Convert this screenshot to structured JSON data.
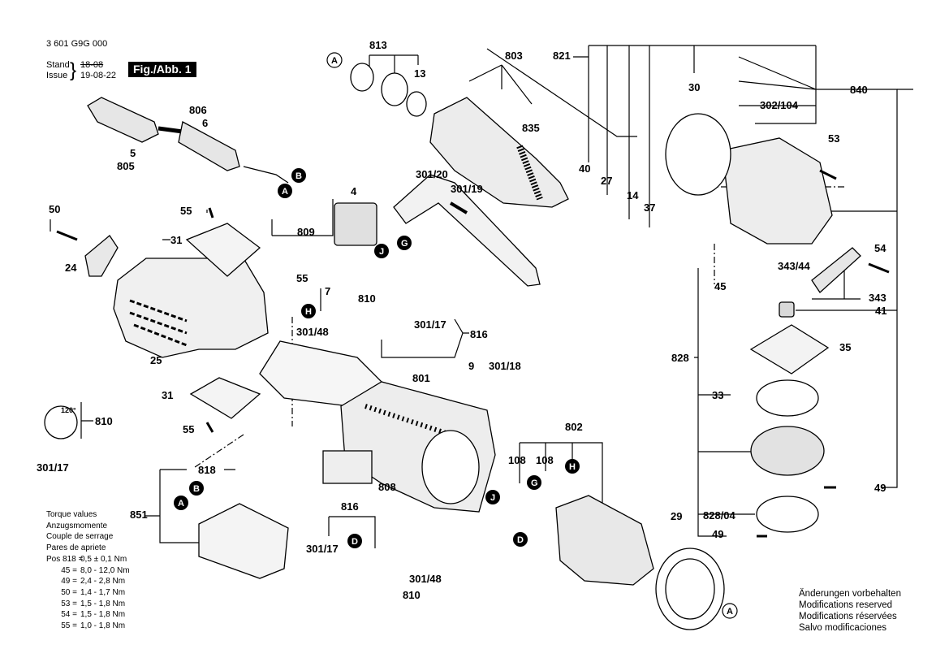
{
  "header": {
    "doc_number": "3 601 G9G 000",
    "stand_label": "Stand",
    "issue_label": "Issue",
    "stand_value": "18-08",
    "issue_value": "19-08-22",
    "figure_badge": "Fig./Abb. 1"
  },
  "labels": {
    "p813": "813",
    "p803": "803",
    "p821": "821",
    "p840": "840",
    "p835": "835",
    "p13": "13",
    "p806": "806",
    "p6": "6",
    "p5": "5",
    "p805": "805",
    "p30": "30",
    "p302_104": "302/104",
    "p53": "53",
    "p40": "40",
    "p27": "27",
    "p14": "14",
    "p37": "37",
    "p301_20": "301/20",
    "p301_19": "301/19",
    "p4": "4",
    "p50": "50",
    "p55a": "55",
    "p809": "809",
    "p31a": "31",
    "p24": "24",
    "p54": "54",
    "p343_44": "343/44",
    "p45": "45",
    "p343": "343",
    "p41": "41",
    "p55b": "55",
    "p7": "7",
    "p810a": "810",
    "p301_48a": "301/48",
    "p301_17a": "301/17",
    "p816a": "816",
    "p25": "25",
    "p35": "35",
    "p828": "828",
    "p9": "9",
    "p801": "801",
    "p301_18": "301/18",
    "p31b": "31",
    "p33": "33",
    "p120": "120°",
    "p810b": "810",
    "p55c": "55",
    "p301_17b": "301/17",
    "p802": "802",
    "p108a": "108",
    "p108b": "108",
    "p818": "818",
    "p808": "808",
    "p49a": "49",
    "p851": "851",
    "p816b": "816",
    "p29": "29",
    "p828_04": "828/04",
    "p49b": "49",
    "p301_17c": "301/17",
    "p301_48b": "301/48",
    "p810c": "810"
  },
  "callouts": {
    "A": "A",
    "B": "B",
    "D": "D",
    "G": "G",
    "H": "H",
    "J": "J"
  },
  "torque": {
    "lines": [
      "Torque values",
      "Anzugsmomente",
      "Couple de serrage",
      "Pares de apriete"
    ],
    "rows": [
      {
        "pos": "Pos 818 =",
        "value": "0,5 ± 0,1 Nm"
      },
      {
        "pos": "45 =",
        "value": "8,0 - 12,0 Nm"
      },
      {
        "pos": "49 =",
        "value": "2,4 - 2,8 Nm"
      },
      {
        "pos": "50 =",
        "value": "1,4 - 1,7 Nm"
      },
      {
        "pos": "53 =",
        "value": "1,5 - 1,8 Nm"
      },
      {
        "pos": "54 =",
        "value": "1,5 - 1,8 Nm"
      },
      {
        "pos": "55 =",
        "value": "1,0 - 1,8 Nm"
      }
    ]
  },
  "notes": [
    "Änderungen vorbehalten",
    "Modifications reserved",
    "Modifications réservées",
    "Salvo modificaciones"
  ],
  "colors": {
    "ink": "#000000",
    "paper": "#ffffff",
    "shade": "#d9d9d9"
  }
}
